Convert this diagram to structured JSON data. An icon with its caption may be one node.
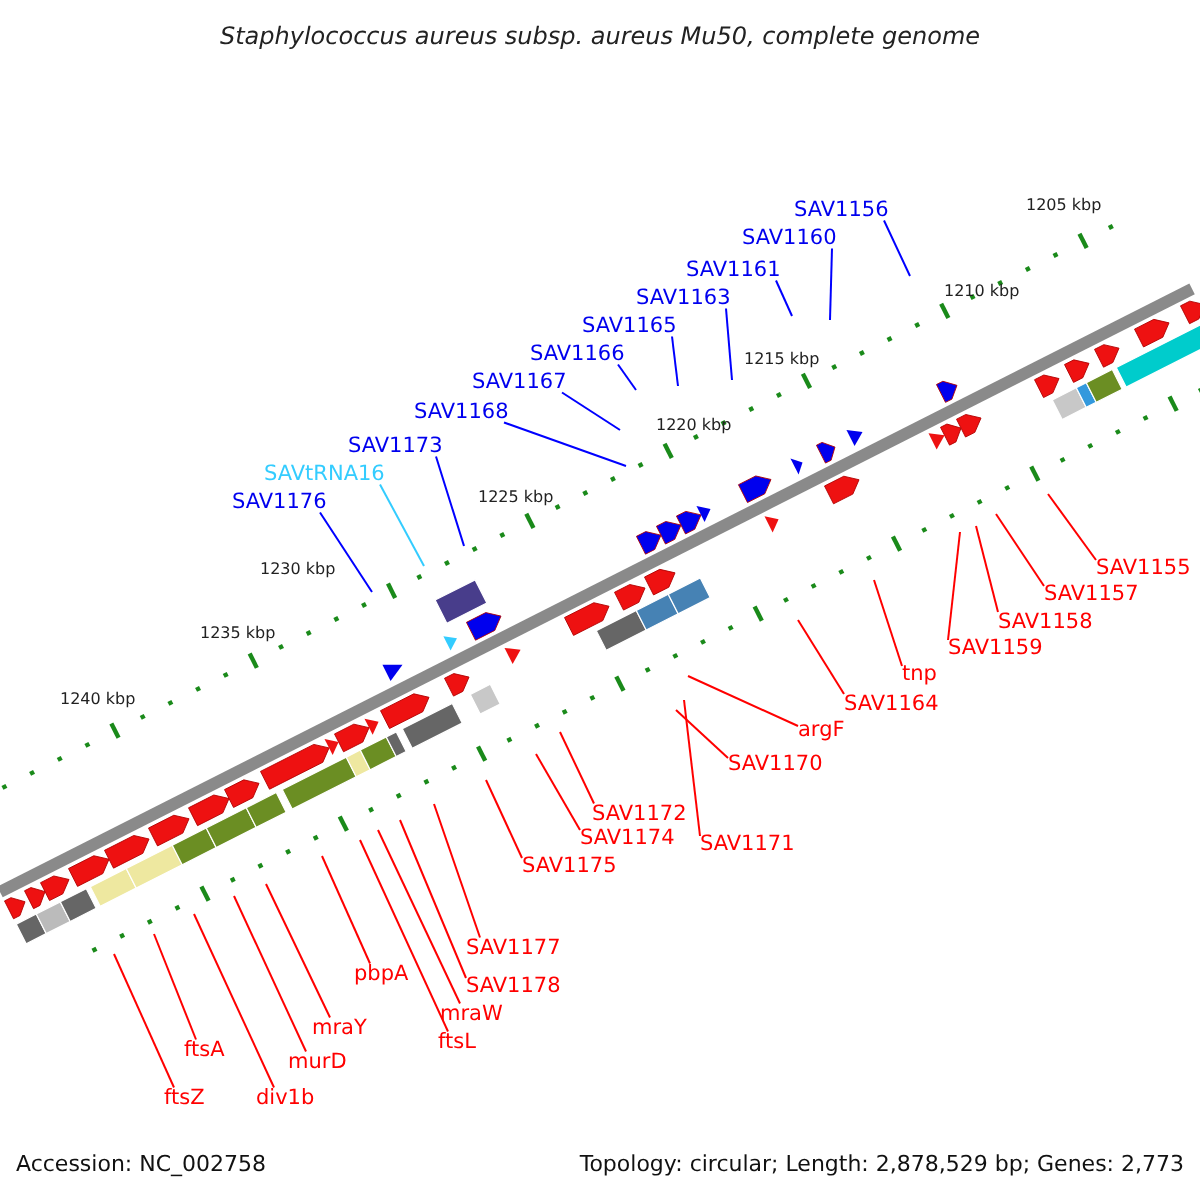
{
  "diagram": {
    "title": "Staphylococcus aureus subsp. aureus Mu50, complete genome",
    "nodes": [
      {
        "text": [
          "SAV1156"
        ]
      },
      {
        "text": [
          "SAV1160"
        ]
      },
      {
        "text": [
          "SAV1161"
        ]
      },
      {
        "text": [
          "SAV1163"
        ]
      },
      {
        "text": [
          "SAV1165"
        ]
      },
      {
        "text": [
          "SAV1166"
        ]
      },
      {
        "text": [
          "SAV1167"
        ]
      },
      {
        "text": [
          "SAV1168"
        ]
      },
      {
        "text": [
          "SAV1173"
        ]
      },
      {
        "text": [
          "SAVtRNA16"
        ]
      },
      {
        "text": [
          "SAV1176"
        ]
      },
      {
        "text": [
          "SAV1155"
        ]
      },
      {
        "text": [
          "SAV1157"
        ]
      },
      {
        "text": [
          "SAV1158"
        ]
      },
      {
        "text": [
          "SAV1159"
        ]
      },
      {
        "text": [
          "tnp"
        ]
      },
      {
        "text": [
          "SAV1164"
        ]
      },
      {
        "text": [
          "argF"
        ]
      },
      {
        "text": [
          "SAV1170"
        ]
      },
      {
        "text": [
          "SAV1172"
        ]
      },
      {
        "text": [
          "SAV1171"
        ]
      },
      {
        "text": [
          "SAV1174"
        ]
      },
      {
        "text": [
          "SAV1175"
        ]
      },
      {
        "text": [
          "SAV1177"
        ]
      },
      {
        "text": [
          "pbpA"
        ]
      },
      {
        "text": [
          "SAV1178"
        ]
      },
      {
        "text": [
          "mraW"
        ]
      },
      {
        "text": [
          "ftsL"
        ]
      },
      {
        "text": [
          "mraY"
        ]
      },
      {
        "text": [
          "murD"
        ]
      },
      {
        "text": [
          "ftsA"
        ]
      },
      {
        "text": [
          "div1b"
        ]
      },
      {
        "text": [
          "ftsZ"
        ]
      }
    ],
    "edges": [
      {
        "from": 0,
        "to": null,
        "arrow": "none",
        "color": "#0000ff"
      },
      {
        "from": 1,
        "to": null,
        "arrow": "none",
        "color": "#0000ff"
      },
      {
        "from": 2,
        "to": null,
        "arrow": "none",
        "color": "#0000ff"
      },
      {
        "from": 3,
        "to": null,
        "arrow": "none",
        "color": "#0000ff"
      },
      {
        "from": 4,
        "to": null,
        "arrow": "none",
        "color": "#0000ff"
      },
      {
        "from": 5,
        "to": null,
        "arrow": "none",
        "color": "#0000ff"
      },
      {
        "from": 6,
        "to": null,
        "arrow": "none",
        "color": "#0000ff"
      },
      {
        "from": 7,
        "to": null,
        "arrow": "none",
        "color": "#0000ff"
      },
      {
        "from": 8,
        "to": null,
        "arrow": "none",
        "color": "#0000ff"
      },
      {
        "from": 9,
        "to": null,
        "arrow": "none",
        "color": "#33ccff"
      },
      {
        "from": 10,
        "to": null,
        "arrow": "none",
        "color": "#0000ff"
      },
      {
        "from": 11,
        "to": null,
        "arrow": "none"
      },
      {
        "from": 12,
        "to": null,
        "arrow": "none"
      },
      {
        "from": 13,
        "to": null,
        "arrow": "none"
      },
      {
        "from": 14,
        "to": null,
        "arrow": "none"
      },
      {
        "from": 15,
        "to": null,
        "arrow": "none"
      },
      {
        "from": 16,
        "to": null,
        "arrow": "none"
      },
      {
        "from": 17,
        "to": null,
        "arrow": "none"
      },
      {
        "from": 18,
        "to": null,
        "arrow": "none"
      },
      {
        "from": 19,
        "to": null,
        "arrow": "none"
      },
      {
        "from": 20,
        "to": null,
        "arrow": "none"
      },
      {
        "from": 21,
        "to": null,
        "arrow": "none"
      },
      {
        "from": 22,
        "to": null,
        "arrow": "none"
      },
      {
        "from": 23,
        "to": null,
        "arrow": "none"
      },
      {
        "from": 24,
        "to": null,
        "arrow": "none"
      },
      {
        "from": 25,
        "to": null,
        "arrow": "none"
      },
      {
        "from": 26,
        "to": null,
        "arrow": "none"
      },
      {
        "from": 27,
        "to": null,
        "arrow": "none"
      },
      {
        "from": 28,
        "to": null,
        "arrow": "none"
      },
      {
        "from": 29,
        "to": null,
        "arrow": "none"
      },
      {
        "from": 30,
        "to": null,
        "arrow": "none"
      },
      {
        "from": 31,
        "to": null,
        "arrow": "none"
      },
      {
        "from": 32,
        "to": null,
        "arrow": "none"
      }
    ],
    "labels": [
      "1205 kbp",
      "1210 kbp",
      "1215 kbp",
      "1220 kbp",
      "1225 kbp",
      "1230 kbp",
      "1235 kbp",
      "1240 kbp",
      "Accession: NC_002758",
      "Topology: circular; Length: 2,878,529 bp; Genes: 2,773"
    ]
  }
}
